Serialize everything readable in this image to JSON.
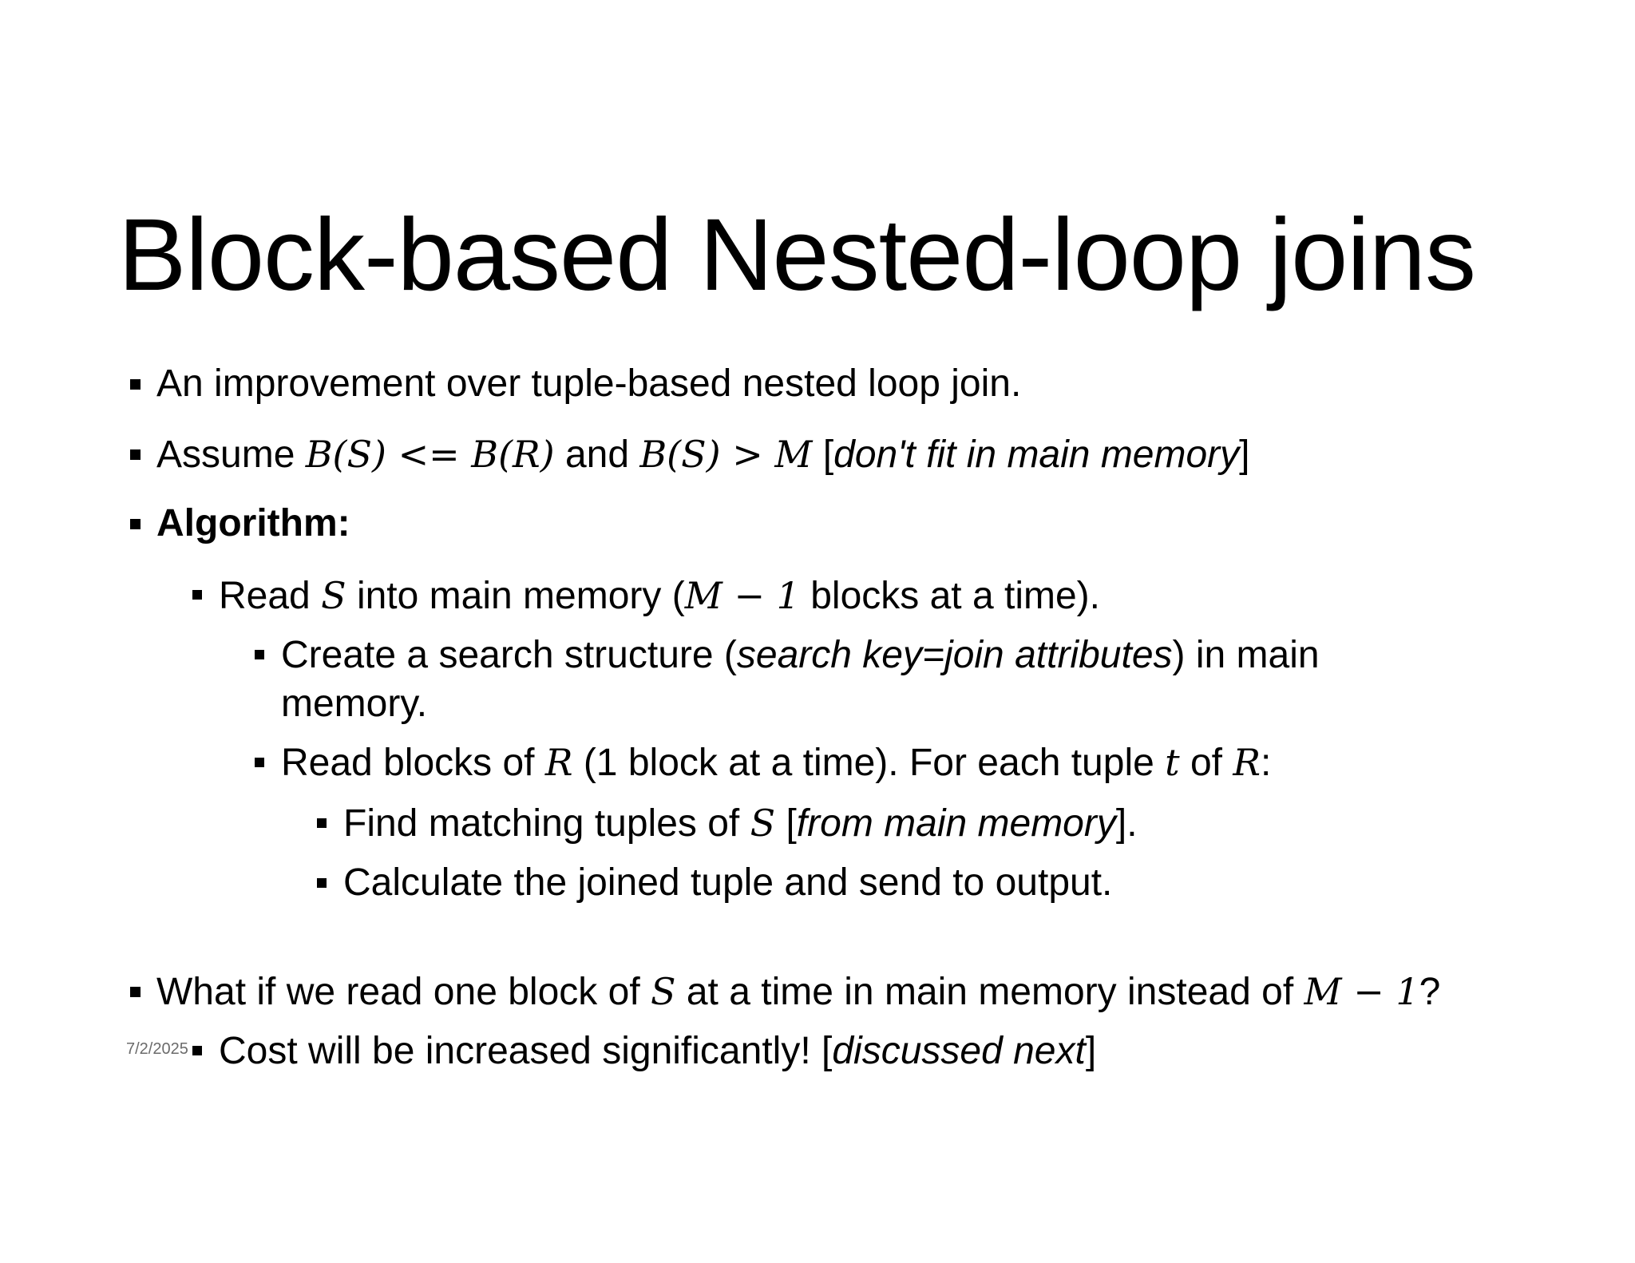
{
  "title": "Block-based Nested-loop joins",
  "date": "7/2/2025",
  "lines": {
    "l1": {
      "text": "An improvement over tuple-based nested loop join."
    },
    "l2": {
      "a": "Assume ",
      "m1": "B(S) <= B(R)",
      "b": " and ",
      "m2": "B(S) > M",
      "c": " [",
      "d": "don't fit in main memory",
      "e": "]"
    },
    "l3": {
      "text": "Algorithm:"
    },
    "l4": {
      "a": "Read ",
      "m1": "S",
      "b": " into main memory (",
      "m2": "M − 1",
      "c": " blocks at a time)."
    },
    "l5": {
      "a": "Create a search structure (",
      "b": "search key=join attributes",
      "c": ") in main"
    },
    "l6": {
      "text": "memory."
    },
    "l7": {
      "a": "Read blocks of ",
      "m1": "R",
      "b": " (1 block at a time). For each tuple ",
      "m2": "t",
      "c": " of ",
      "m3": "R",
      "d": ":"
    },
    "l8": {
      "a": "Find matching tuples of ",
      "m1": "S",
      "b": " [",
      "c": "from main memory",
      "d": "]."
    },
    "l9": {
      "text": "Calculate the joined tuple and send to output."
    },
    "l10": {
      "a": "What if we read one block of ",
      "m1": "S",
      "b": " at a time in main memory instead of ",
      "m2": "M − 1",
      "c": "?"
    },
    "l11": {
      "a": "Cost will be increased significantly! [",
      "b": "discussed next",
      "c": "]"
    }
  }
}
